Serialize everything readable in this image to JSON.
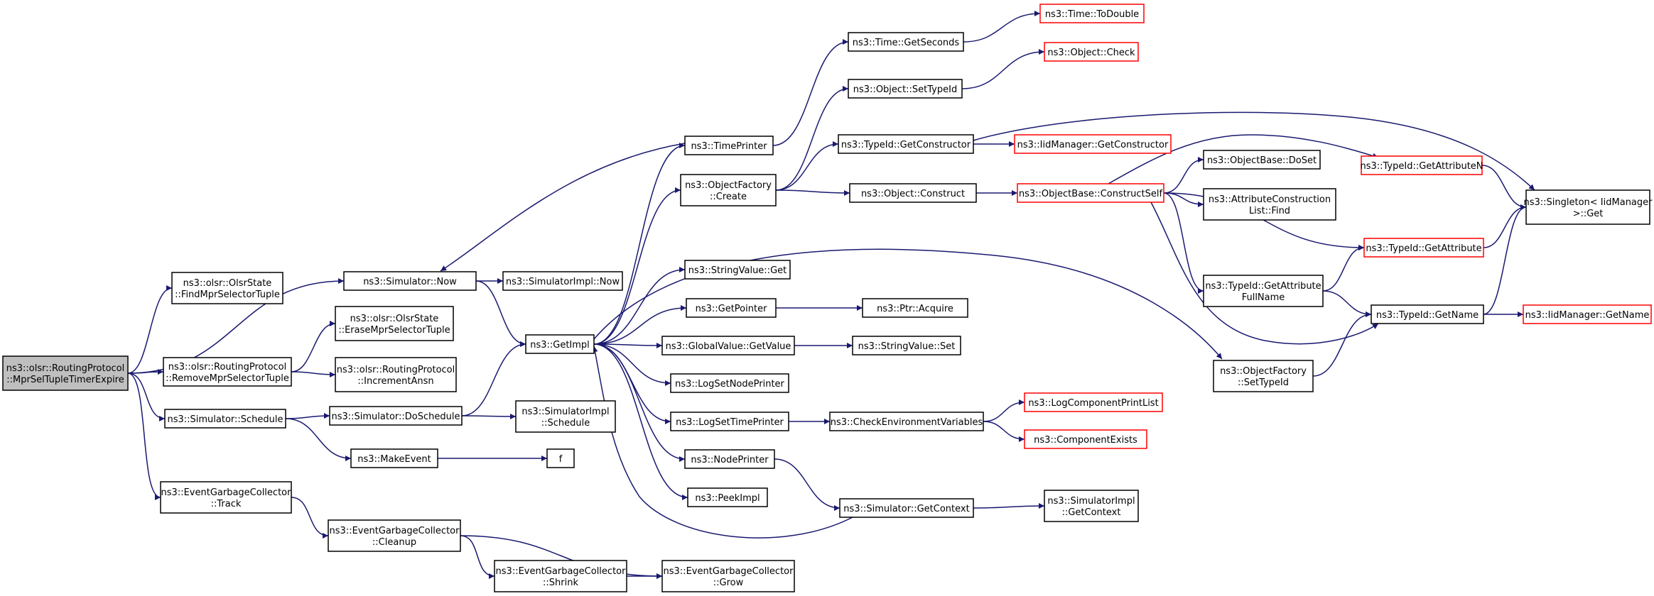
{
  "colors": {
    "edge": "#191970",
    "node_border": "#000000",
    "node_border_external": "#ff0000",
    "root_fill": "#bfbfbf"
  },
  "nodes": {
    "root": {
      "lines": [
        "ns3::olsr::RoutingProtocol",
        "::MprSelTupleTimerExpire"
      ]
    },
    "findmpr": {
      "lines": [
        "ns3::olsr::OlsrState",
        "::FindMprSelectorTuple"
      ]
    },
    "removempr": {
      "lines": [
        "ns3::olsr::RoutingProtocol",
        "::RemoveMprSelectorTuple"
      ]
    },
    "simnow": {
      "lines": [
        "ns3::Simulator::Now"
      ]
    },
    "erasempr": {
      "lines": [
        "ns3::olsr::OlsrState",
        "::EraseMprSelectorTuple"
      ]
    },
    "incansn": {
      "lines": [
        "ns3::olsr::RoutingProtocol",
        "::IncrementAnsn"
      ]
    },
    "simsched": {
      "lines": [
        "ns3::Simulator::Schedule"
      ]
    },
    "dosched": {
      "lines": [
        "ns3::Simulator::DoSchedule"
      ]
    },
    "makeevent": {
      "lines": [
        "ns3::MakeEvent"
      ]
    },
    "f": {
      "lines": [
        "f"
      ]
    },
    "egctrack": {
      "lines": [
        "ns3::EventGarbageCollector",
        "::Track"
      ]
    },
    "egccleanup": {
      "lines": [
        "ns3::EventGarbageCollector",
        "::Cleanup"
      ]
    },
    "egcshrink": {
      "lines": [
        "ns3::EventGarbageCollector",
        "::Shrink"
      ]
    },
    "egcgrow": {
      "lines": [
        "ns3::EventGarbageCollector",
        "::Grow"
      ]
    },
    "getimpl": {
      "lines": [
        "ns3::GetImpl"
      ]
    },
    "simimplnow": {
      "lines": [
        "ns3::SimulatorImpl::Now"
      ]
    },
    "simimplsched": {
      "lines": [
        "ns3::SimulatorImpl",
        "::Schedule"
      ]
    },
    "timeprinter": {
      "lines": [
        "ns3::TimePrinter"
      ]
    },
    "objfcreate": {
      "lines": [
        "ns3::ObjectFactory",
        "::Create"
      ]
    },
    "strvalget": {
      "lines": [
        "ns3::StringValue::Get"
      ]
    },
    "getpointer": {
      "lines": [
        "ns3::GetPointer"
      ]
    },
    "gvgetvalue": {
      "lines": [
        "ns3::GlobalValue::GetValue"
      ]
    },
    "logsetnode": {
      "lines": [
        "ns3::LogSetNodePrinter"
      ]
    },
    "logsettime": {
      "lines": [
        "ns3::LogSetTimePrinter"
      ]
    },
    "nodeprinter": {
      "lines": [
        "ns3::NodePrinter"
      ]
    },
    "peekimpl": {
      "lines": [
        "ns3::PeekImpl"
      ]
    },
    "timegetsec": {
      "lines": [
        "ns3::Time::GetSeconds"
      ]
    },
    "timetodouble": {
      "lines": [
        "ns3::Time::ToDouble"
      ]
    },
    "objsettypeid": {
      "lines": [
        "ns3::Object::SetTypeId"
      ]
    },
    "objcheck": {
      "lines": [
        "ns3::Object::Check"
      ]
    },
    "tidgetctor": {
      "lines": [
        "ns3::TypeId::GetConstructor"
      ]
    },
    "iidgetctor": {
      "lines": [
        "ns3::IidManager::GetConstructor"
      ]
    },
    "objconstruct": {
      "lines": [
        "ns3::Object::Construct"
      ]
    },
    "ptracquire": {
      "lines": [
        "ns3::Ptr::Acquire"
      ]
    },
    "strvalset": {
      "lines": [
        "ns3::StringValue::Set"
      ]
    },
    "checkenv": {
      "lines": [
        "ns3::CheckEnvironmentVariables"
      ]
    },
    "logcompprint": {
      "lines": [
        "ns3::LogComponentPrintList"
      ]
    },
    "compexists": {
      "lines": [
        "ns3::ComponentExists"
      ]
    },
    "simgetctx": {
      "lines": [
        "ns3::Simulator::GetContext"
      ]
    },
    "simimplctx": {
      "lines": [
        "ns3::SimulatorImpl",
        "::GetContext"
      ]
    },
    "objbasector": {
      "lines": [
        "ns3::ObjectBase::ConstructSelf"
      ]
    },
    "objbasedoset": {
      "lines": [
        "ns3::ObjectBase::DoSet"
      ]
    },
    "attrconstr": {
      "lines": [
        "ns3::AttributeConstruction",
        "List::Find"
      ]
    },
    "tidgetattrfull": {
      "lines": [
        "ns3::TypeId::GetAttribute",
        "FullName"
      ]
    },
    "objfsettypeid": {
      "lines": [
        "ns3::ObjectFactory",
        "::SetTypeId"
      ]
    },
    "tidgetattrn": {
      "lines": [
        "ns3::TypeId::GetAttributeN"
      ]
    },
    "tidgetattr": {
      "lines": [
        "ns3::TypeId::GetAttribute"
      ]
    },
    "tidgetname": {
      "lines": [
        "ns3::TypeId::GetName"
      ]
    },
    "iidgetname": {
      "lines": [
        "ns3::IidManager::GetName"
      ]
    },
    "singleton": {
      "lines": [
        "ns3::Singleton< IidManager",
        ">::Get"
      ]
    }
  }
}
